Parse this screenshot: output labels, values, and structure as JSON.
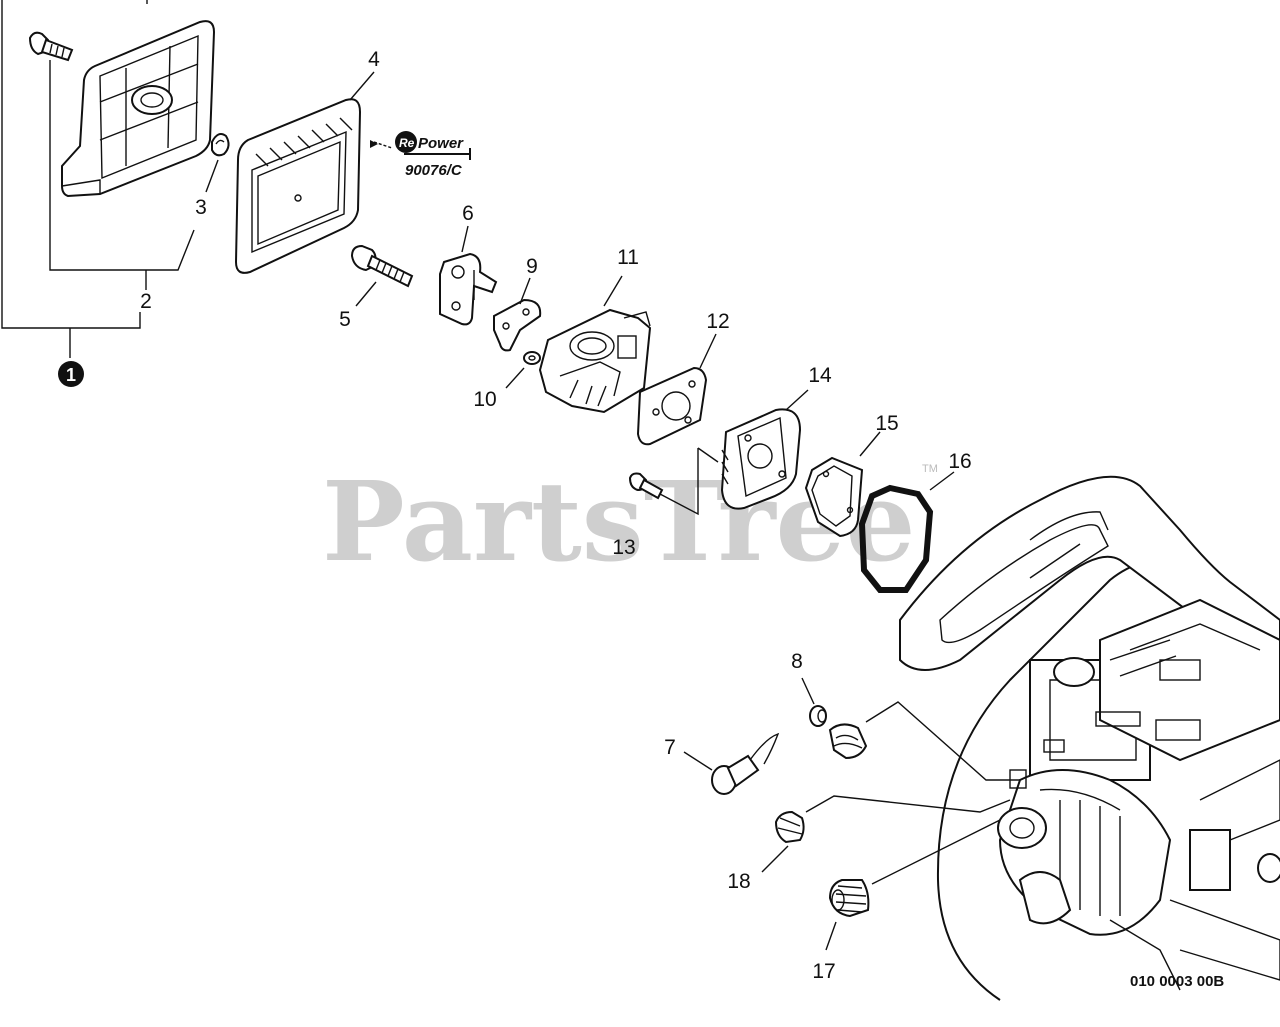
{
  "watermark": {
    "text": "PartsTree",
    "trademark": "TM"
  },
  "drawing_code": "010 0003 00B",
  "repower": {
    "logo_text": "Power",
    "logo_prefix": "Re",
    "code": "90076/C"
  },
  "callouts": {
    "c1": "1",
    "c2": "2",
    "c3": "3",
    "c4": "4",
    "c5": "5",
    "c6": "6",
    "c7": "7",
    "c8": "8",
    "c9": "9",
    "c10": "10",
    "c11": "11",
    "c12": "12",
    "c13": "13",
    "c14": "14",
    "c15": "15",
    "c16": "16",
    "c17": "17",
    "c18": "18"
  },
  "colors": {
    "line": "#111111",
    "watermark": "#cfcfcf",
    "background": "#ffffff"
  }
}
